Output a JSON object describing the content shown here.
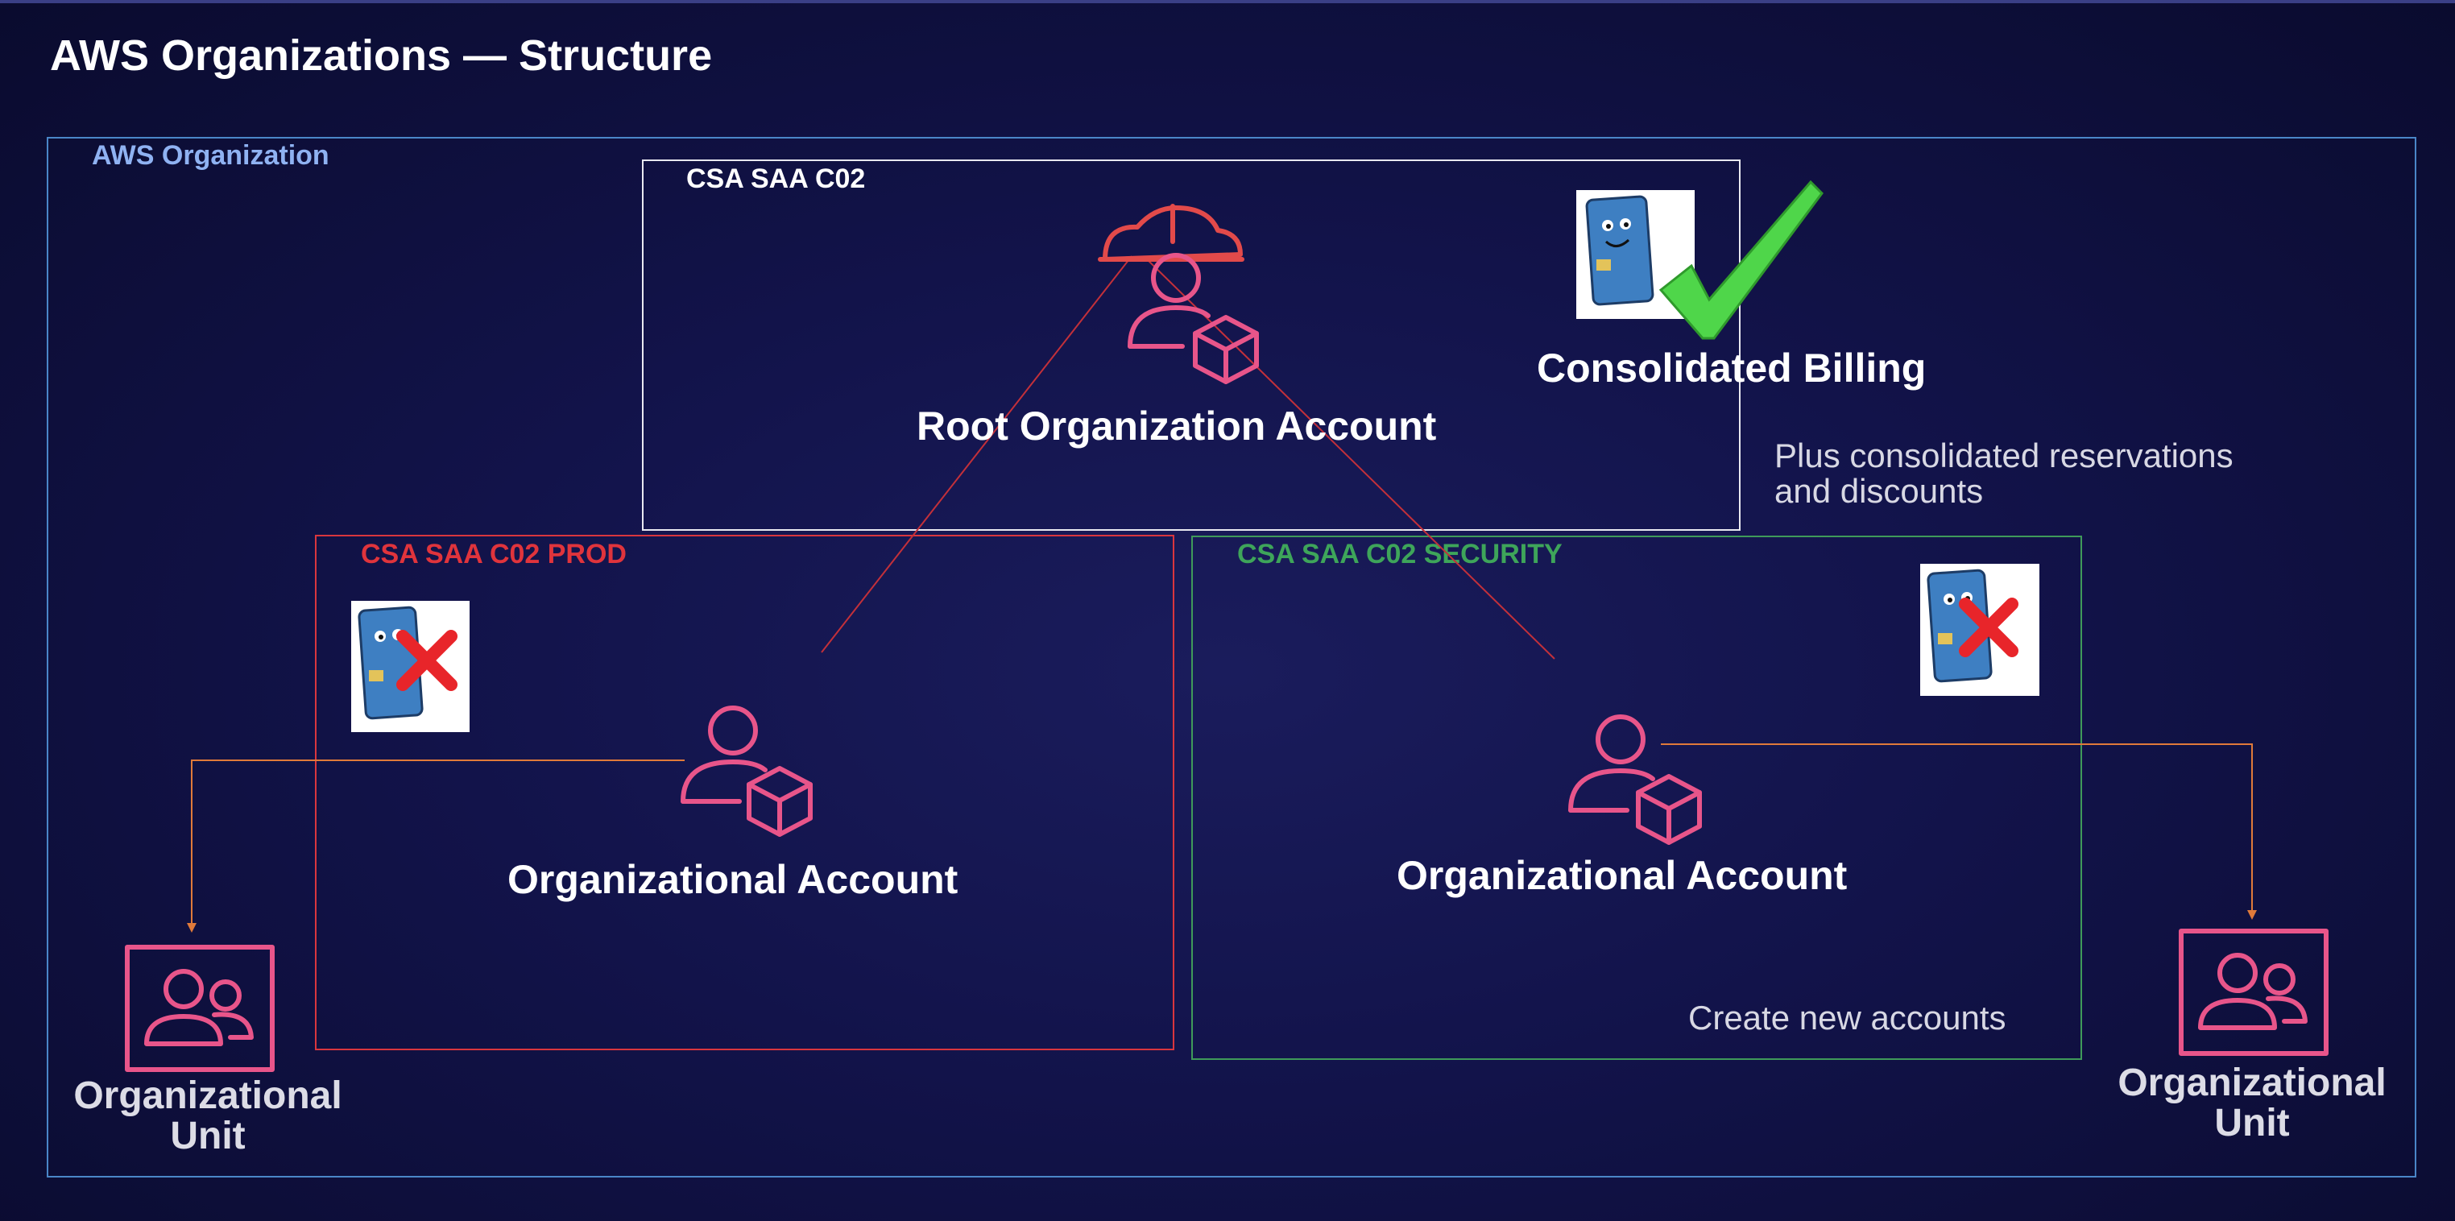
{
  "title": "AWS Organizations — Structure",
  "organization": {
    "label": "AWS Organization"
  },
  "root": {
    "box_label": "CSA SAA C02",
    "account_label": "Root Organization Account",
    "billing_label": "Consolidated Billing",
    "billing_note": [
      "Plus consolidated reservations",
      "and discounts"
    ]
  },
  "prod": {
    "box_label": "CSA SAA C02 PROD",
    "account_label": "Organizational Account"
  },
  "security": {
    "box_label": "CSA SAA C02 SECURITY",
    "account_label": "Organizational Account",
    "note": "Create new accounts"
  },
  "units": {
    "left": [
      "Organizational",
      "Unit"
    ],
    "right": [
      "Organizational",
      "Unit"
    ]
  },
  "colors": {
    "icon_pink": "#e8558a",
    "root_hat": "#e24a4a",
    "tree_line": "#c3303a",
    "ou_connector": "#e07a3a",
    "check_green": "#4fd64a",
    "cross_red": "#e8252a",
    "card_blue": "#3e7fc2"
  },
  "icons": [
    "hard-hat-user-icon",
    "user-cube-icon",
    "group-icon",
    "credit-card-icon",
    "checkmark-icon",
    "cross-icon"
  ]
}
